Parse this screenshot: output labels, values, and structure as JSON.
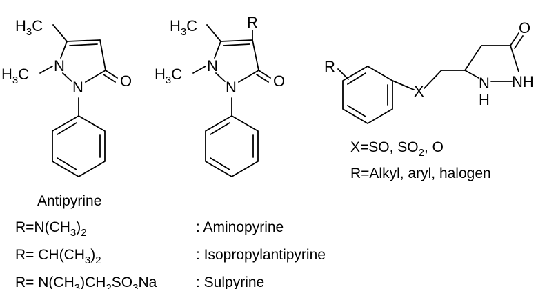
{
  "diagram": {
    "colors": {
      "ink": "#000000",
      "background": "#ffffff"
    },
    "molecule_1": {
      "methyl_top": {
        "main": "H",
        "sub": "3",
        "tail": "C"
      },
      "methyl_n": {
        "main": "H",
        "sub": "3",
        "tail": "C"
      },
      "n1": "N",
      "n2": "N",
      "oxygen": "O",
      "name": "Antipyrine"
    },
    "molecule_2": {
      "methyl_top": {
        "main": "H",
        "sub": "3",
        "tail": "C"
      },
      "methyl_n": {
        "main": "H",
        "sub": "3",
        "tail": "C"
      },
      "r_group": "R",
      "n1": "N",
      "n2": "N",
      "oxygen": "O"
    },
    "molecule_3": {
      "r_group": "R",
      "x_atom": "X",
      "oxygen": "O",
      "nh_right": "NH",
      "n_left": "N",
      "h_left": "H",
      "x_def": {
        "a": "X=SO, SO",
        "sub": "2",
        "b": ", O"
      },
      "r_def": "R=Alkyl, aryl, halogen"
    },
    "substituents": [
      {
        "r_parts": [
          [
            "R=N(CH",
            ""
          ],
          [
            "3",
            "sub"
          ],
          [
            ")",
            ""
          ],
          [
            "2",
            "sub"
          ]
        ],
        "name": ": Aminopyrine"
      },
      {
        "r_parts": [
          [
            "R= CH(CH",
            ""
          ],
          [
            "3",
            "sub"
          ],
          [
            ")",
            ""
          ],
          [
            "2",
            "sub"
          ]
        ],
        "name": ": Isopropylantipyrine"
      },
      {
        "r_parts": [
          [
            "R= N(CH",
            ""
          ],
          [
            "3",
            "sub"
          ],
          [
            ")CH",
            ""
          ],
          [
            "2",
            "sub"
          ],
          [
            "SO",
            ""
          ],
          [
            "3",
            "sub"
          ],
          [
            "Na",
            ""
          ]
        ],
        "name": ": Sulpyrine"
      }
    ]
  }
}
